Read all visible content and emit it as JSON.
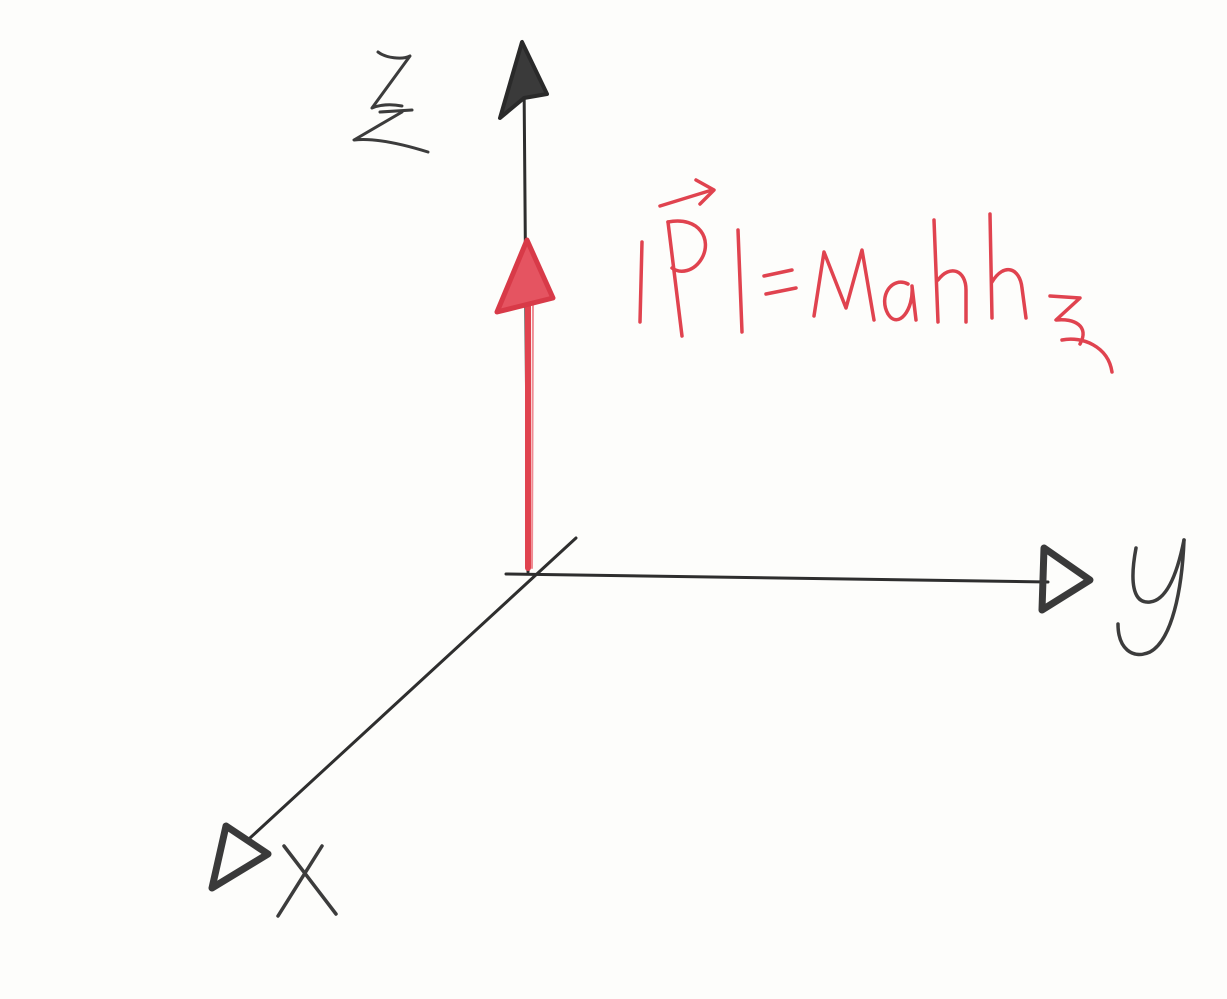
{
  "axes": {
    "z_label": "z",
    "y_label": "y",
    "x_label": "x"
  },
  "vector": {
    "equation": "|P| = Mahh z"
  },
  "colors": {
    "axis_ink": "#2e2e2e",
    "vector_ink": "#e0434f",
    "paper": "#fdfdfb"
  }
}
